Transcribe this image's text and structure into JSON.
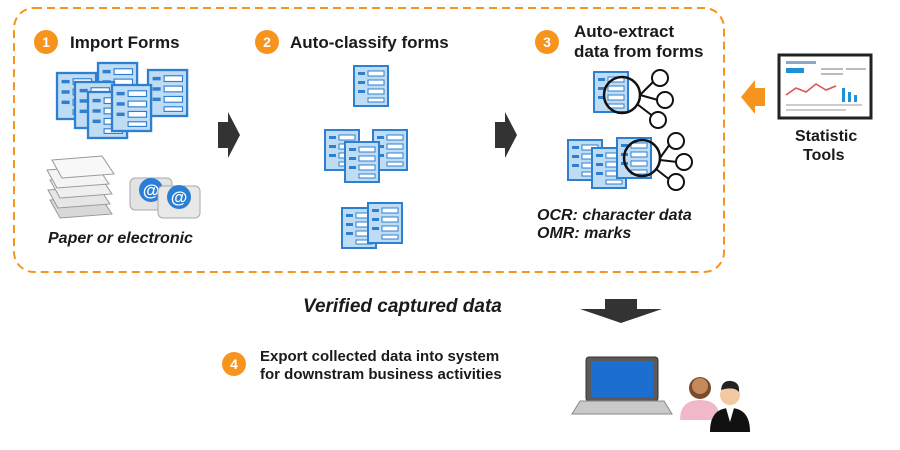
{
  "steps": [
    {
      "number": "1",
      "title": "Import Forms"
    },
    {
      "number": "2",
      "title": "Auto-classify forms"
    },
    {
      "number": "3",
      "title_line1": "Auto-extract",
      "title_line2": "data from forms"
    },
    {
      "number": "4",
      "title_line1": "Export collected data into system",
      "title_line2": "for downstram business activities"
    }
  ],
  "import_caption": "Paper or electronic",
  "extract_notes": [
    "OCR: character data",
    "OMR: marks"
  ],
  "verified_label": "Verified captured data",
  "statistic_tools": {
    "line1": "Statistic",
    "line2": "Tools"
  },
  "colors": {
    "accent": "#f7941d",
    "form_fill": "#bfdcf5",
    "form_border": "#2f7fd0",
    "arrow": "#333333"
  },
  "icons": [
    "form-stack-icon",
    "paper-stack-icon",
    "email-icon",
    "magnifier-icon",
    "dashboard-icon",
    "laptop-icon",
    "people-icon"
  ]
}
